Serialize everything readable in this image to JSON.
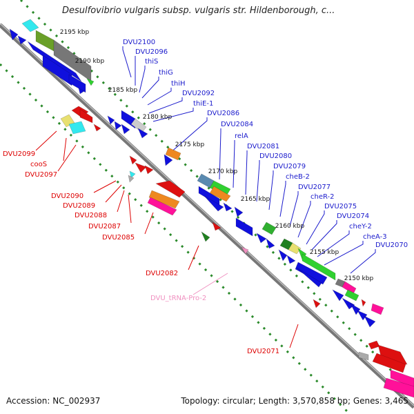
{
  "title": "Desulfovibrio vulgaris subsp. vulgaris str. Hildenborough, c...",
  "footer": {
    "accession": "Accession: NC_002937",
    "summary": "Topology: circular; Length: 3,570,858 bp; Genes: 3,465"
  },
  "colors": {
    "plus_label": "#1a1acc",
    "minus_label": "#dd0000",
    "trna_label": "#f090c0",
    "backbone": "#777777",
    "ticks": "#2a8a2a"
  },
  "ruler": [
    {
      "label": "2195 kbp"
    },
    {
      "label": "2190 kbp"
    },
    {
      "label": "2185 kbp"
    },
    {
      "label": "2180 kbp"
    },
    {
      "label": "2175 kbp"
    },
    {
      "label": "2170 kbp"
    },
    {
      "label": "2165 kbp"
    },
    {
      "label": "2160 kbp"
    },
    {
      "label": "2155 kbp"
    },
    {
      "label": "2150 kbp"
    }
  ],
  "plus_labels": [
    {
      "name": "DVU2100"
    },
    {
      "name": "DVU2096"
    },
    {
      "name": "thiS"
    },
    {
      "name": "thiG"
    },
    {
      "name": "thiH"
    },
    {
      "name": "DVU2092"
    },
    {
      "name": "thiE-1"
    },
    {
      "name": "DVU2086"
    },
    {
      "name": "DVU2084"
    },
    {
      "name": "relA"
    },
    {
      "name": "DVU2081"
    },
    {
      "name": "DVU2080"
    },
    {
      "name": "DVU2079"
    },
    {
      "name": "cheB-2"
    },
    {
      "name": "DVU2077"
    },
    {
      "name": "cheR-2"
    },
    {
      "name": "DVU2075"
    },
    {
      "name": "DVU2074"
    },
    {
      "name": "cheY-2"
    },
    {
      "name": "cheA-3"
    },
    {
      "name": "DVU2070"
    }
  ],
  "minus_labels": [
    {
      "name": "DVU2099"
    },
    {
      "name": "cooS"
    },
    {
      "name": "DVU2097"
    },
    {
      "name": "DVU2090"
    },
    {
      "name": "DVU2089"
    },
    {
      "name": "DVU2088"
    },
    {
      "name": "DVU2087"
    },
    {
      "name": "DVU2085"
    },
    {
      "name": "DVU2082"
    },
    {
      "name": "DVU_tRNA-Pro-2"
    },
    {
      "name": "DVU2071"
    }
  ]
}
